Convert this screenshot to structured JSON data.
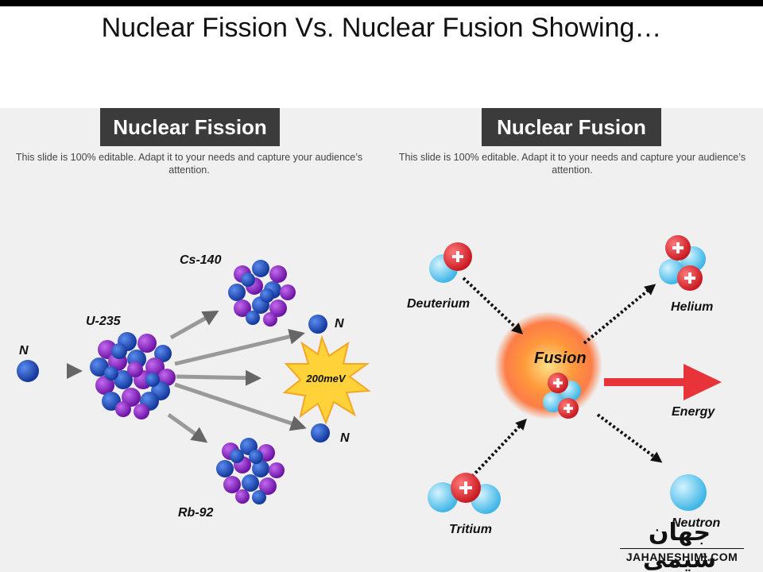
{
  "title": "Nuclear Fission Vs. Nuclear Fusion Showing…",
  "fission": {
    "heading": "Nuclear Fission",
    "description": "This slide is 100% editable. Adapt it to your needs and capture your audience’s attention.",
    "labels": {
      "neutron_in": "N",
      "uranium": "U-235",
      "cesium": "Cs-140",
      "rubidium": "Rb-92",
      "neutron_out_1": "N",
      "neutron_out_2": "N",
      "energy_burst": "200meV"
    }
  },
  "fusion": {
    "heading": "Nuclear Fusion",
    "description": "This slide is 100% editable. Adapt it to your needs and capture your audience’s attention.",
    "labels": {
      "deuterium": "Deuterium",
      "tritium": "Tritium",
      "fusion": "Fusion",
      "helium": "Helium",
      "energy": "Energy",
      "neutron": "Neutron"
    }
  },
  "watermark": {
    "text_fa": "جهان شیمی",
    "text_en": "JAHANESHIMI.COM"
  },
  "colors": {
    "header_bg": "#3b3b3b",
    "panel_bg": "#f0f0f0",
    "proton": "#e8333a",
    "neutron_light": "#6fd0f2",
    "neutron_dark": "#1c49b3",
    "nucleon_purple": "#8e24c9",
    "energy_arrow": "#e8333a"
  }
}
